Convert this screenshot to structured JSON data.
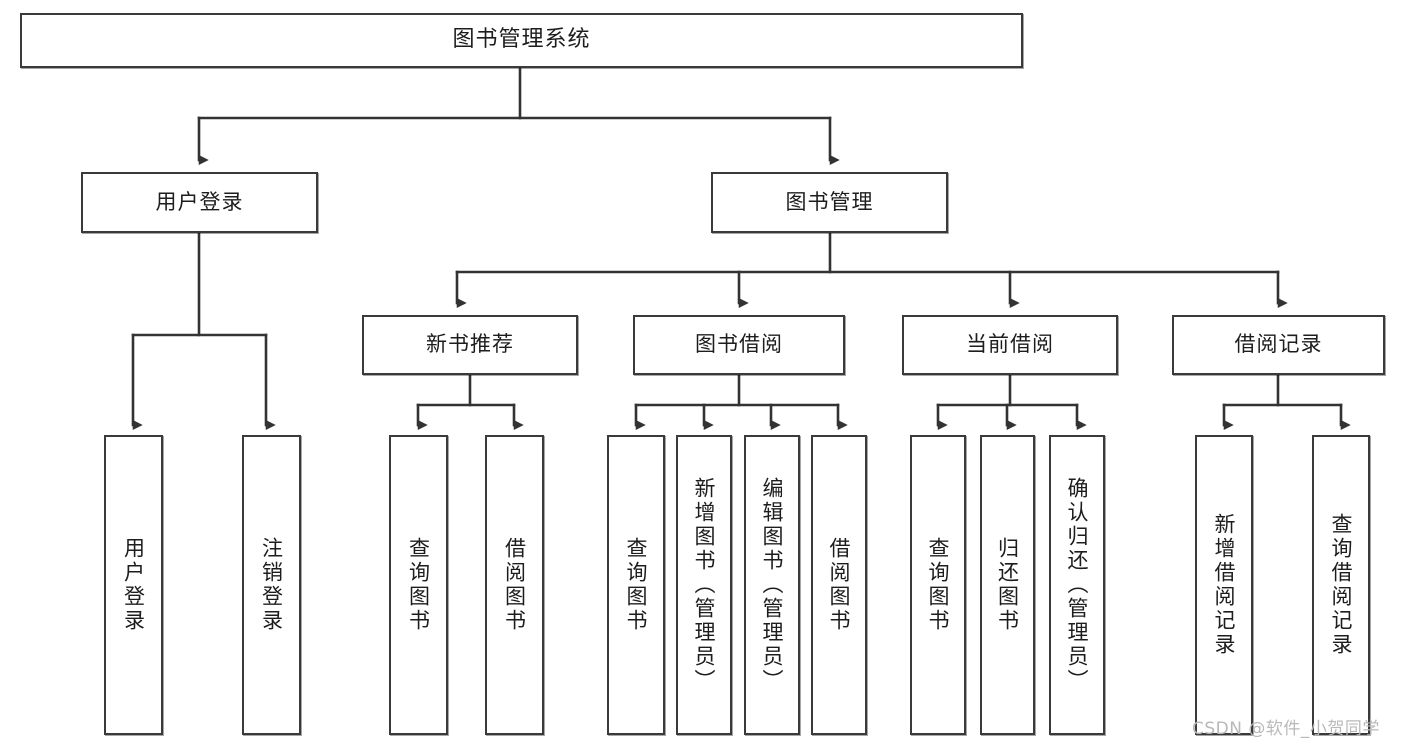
{
  "diagram": {
    "title": "图书管理系统",
    "type": "tree",
    "orientation": "top-down",
    "colors": {
      "node_border": "#3a3a3a",
      "node_fill": "#ffffff",
      "connector": "#333333",
      "text": "#1d1d1d",
      "watermark": "#b9b9b9"
    },
    "nodes": {
      "root": {
        "label": "图书管理系统",
        "level": 0
      },
      "level1": [
        {
          "id": "user-login",
          "label": "用户登录"
        },
        {
          "id": "book-manage",
          "label": "图书管理"
        }
      ],
      "level2": [
        {
          "id": "new-book-recommend",
          "label": "新书推荐",
          "parent": "book-manage"
        },
        {
          "id": "book-borrow",
          "label": "图书借阅",
          "parent": "book-manage"
        },
        {
          "id": "current-borrow",
          "label": "当前借阅",
          "parent": "book-manage"
        },
        {
          "id": "borrow-record",
          "label": "借阅记录",
          "parent": "book-manage"
        }
      ],
      "leaves": [
        {
          "id": "leaf-user-login",
          "label": "用户登录",
          "parent": "user-login"
        },
        {
          "id": "leaf-logout-login",
          "label": "注销登录",
          "parent": "user-login"
        },
        {
          "id": "leaf-query-book-1",
          "label": "查询图书",
          "parent": "new-book-recommend"
        },
        {
          "id": "leaf-borrow-book-1",
          "label": "借阅图书",
          "parent": "new-book-recommend"
        },
        {
          "id": "leaf-query-book-2",
          "label": "查询图书",
          "parent": "book-borrow"
        },
        {
          "id": "leaf-add-book",
          "label": "新增图书（管理员）",
          "parent": "book-borrow"
        },
        {
          "id": "leaf-edit-book",
          "label": "编辑图书（管理员）",
          "parent": "book-borrow"
        },
        {
          "id": "leaf-borrow-book-2",
          "label": "借阅图书",
          "parent": "book-borrow"
        },
        {
          "id": "leaf-query-book-3",
          "label": "查询图书",
          "parent": "current-borrow"
        },
        {
          "id": "leaf-return-book",
          "label": "归还图书",
          "parent": "current-borrow"
        },
        {
          "id": "leaf-confirm-return",
          "label": "确认归还（管理员）",
          "parent": "current-borrow"
        },
        {
          "id": "leaf-add-record",
          "label": "新增借阅记录",
          "parent": "borrow-record"
        },
        {
          "id": "leaf-query-record",
          "label": "查询借阅记录",
          "parent": "borrow-record"
        }
      ]
    },
    "watermark": "CSDN @软件_小贺同学"
  }
}
